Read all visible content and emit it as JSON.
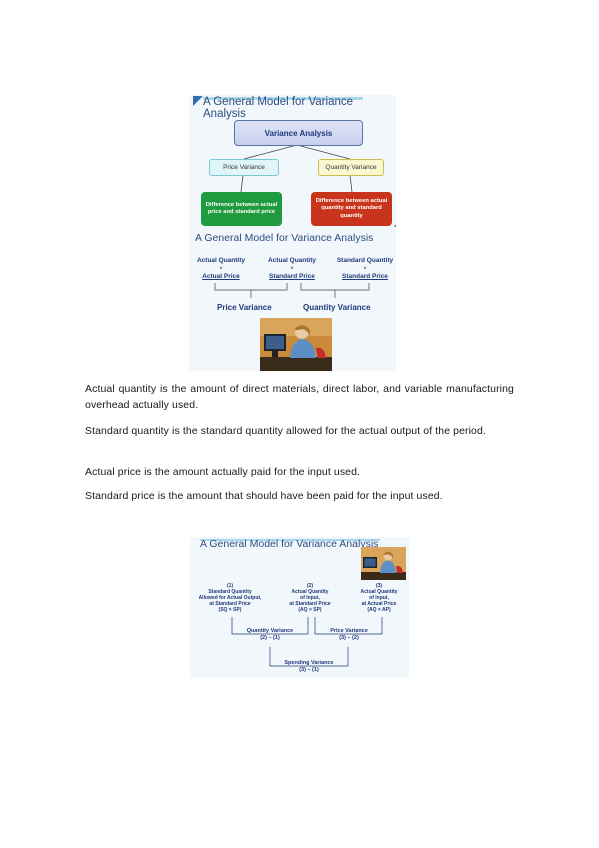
{
  "figure1": {
    "title": "A General Model for Variance Analysis",
    "root": "Variance Analysis",
    "price_variance": "Price Variance",
    "quantity_variance": "Quantity Variance",
    "price_desc": "Difference between actual price and standard price",
    "quantity_desc": "Difference between actual quantity and standard quantity",
    "arrow_char": "<",
    "title2": "A General Model for Variance Analysis",
    "cols": [
      {
        "line1": "Actual Quantity",
        "times": "×",
        "line2": "Actual Price"
      },
      {
        "line1": "Actual Quantity",
        "times": "×",
        "line2": "Standard Price"
      },
      {
        "line1": "Standard Quantity",
        "times": "×",
        "line2": "Standard Price"
      }
    ],
    "bottom_price": "Price Variance",
    "bottom_quantity": "Quantity Variance"
  },
  "paragraphs": [
    "Actual quantity is the amount of direct materials, direct labor, and variable manufacturing overhead actually used.",
    "Standard quantity is the standard quantity allowed for the actual output of the period.",
    "Actual price is the amount actually paid for the input used.",
    "Standard price is the amount that should have been paid for the input used."
  ],
  "figure2": {
    "title": "A General Model for Variance Analysis",
    "cols": [
      {
        "num": "(1)",
        "l1": "Standard Quantity",
        "l2": "Allowed for Actual Output,",
        "l3": "at Standard Price",
        "l4": "(SQ × SP)"
      },
      {
        "num": "(2)",
        "l1": "Actual Quantity",
        "l2": "of Input,",
        "l3": "at Standard Price",
        "l4": "(AQ × SP)"
      },
      {
        "num": "(3)",
        "l1": "Actual Quantity",
        "l2": "of Input,",
        "l3": "at Actual Price",
        "l4": "(AQ × AP)"
      }
    ],
    "quantity_variance": "Quantity Variance",
    "quantity_formula": "(2) – (1)",
    "price_variance": "Price Variance",
    "price_formula": "(3) – (2)",
    "spending_variance": "Spending Variance",
    "spending_formula": "(3) – (1)"
  }
}
